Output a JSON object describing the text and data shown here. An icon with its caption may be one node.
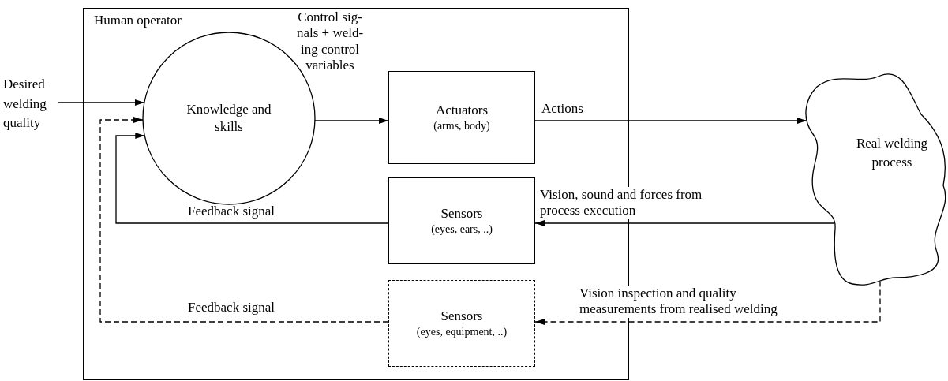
{
  "diagram": {
    "nodes": [
      {
        "text": [
          "Human operator"
        ]
      },
      {
        "text": [
          "Desired welding quality"
        ]
      },
      {
        "text": [
          "Knowledge and skills"
        ],
        "in": 0
      },
      {
        "text": [
          "Actuators",
          "(arms, body)"
        ],
        "in": 0
      },
      {
        "text": [
          "Sensors",
          "(eyes, ears, ..)"
        ],
        "in": 0
      },
      {
        "text": [
          "Sensors",
          "(eyes, equipment, ..)"
        ],
        "in": 0
      },
      {
        "text": [
          "Real welding process"
        ]
      }
    ],
    "edges": [
      {
        "from": 1,
        "to": 2,
        "arrow": "to"
      },
      {
        "from": 2,
        "to": 3,
        "arrow": "to",
        "label": "Control sig- nals + weld- ing control variables"
      },
      {
        "from": 3,
        "to": 6,
        "arrow": "to",
        "label": "Actions"
      },
      {
        "from": 6,
        "to": 4,
        "arrow": "to",
        "label": "Vision, sound and forces from process execution"
      },
      {
        "from": 4,
        "to": 2,
        "arrow": "to",
        "label": "Feedback signal"
      },
      {
        "from": 6,
        "to": 5,
        "arrow": "to",
        "style": "dashed",
        "label": "Vision inspection and quality measurements from realised welding"
      },
      {
        "from": 5,
        "to": 2,
        "arrow": "to",
        "style": "dashed",
        "label": "Feedback signal"
      }
    ]
  }
}
